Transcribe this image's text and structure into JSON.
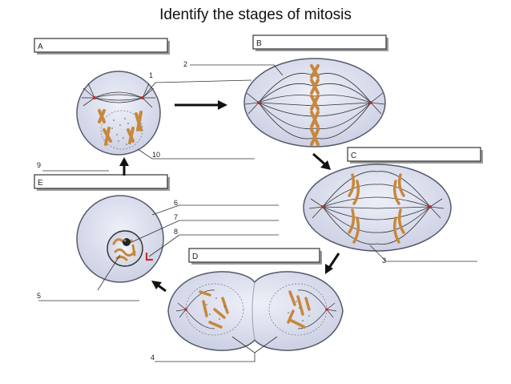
{
  "title": "Identify the stages of mitosis",
  "stage_boxes": {
    "a": "A",
    "b": "B",
    "c": "C",
    "d": "D",
    "e": "E"
  },
  "number_labels": {
    "n1": "1",
    "n2": "2",
    "n3": "3",
    "n4": "4",
    "n5": "5",
    "n6": "6",
    "n7": "7",
    "n8": "8",
    "n9": "9",
    "n10": "10"
  },
  "colors": {
    "cell_fill": "#dcdfee",
    "cell_stroke": "#555a6a",
    "chromosome": "#c8873a",
    "spindle": "#333333",
    "centromere": "#cc2a2a",
    "box_stroke": "#333333",
    "box_shadow": "#9a9a9a"
  }
}
